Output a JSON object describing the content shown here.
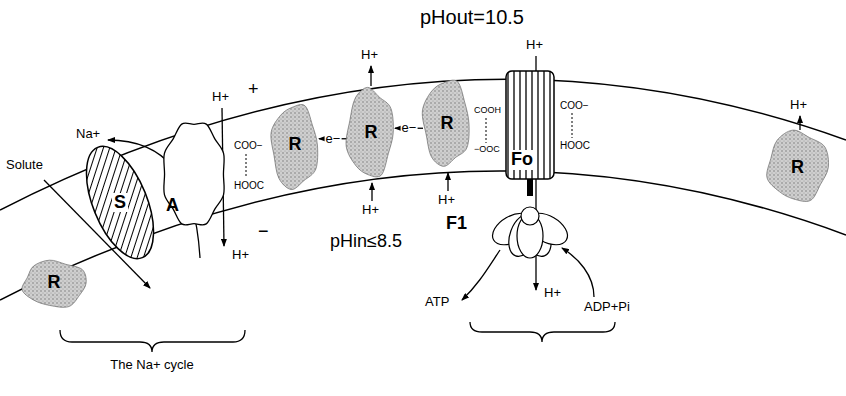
{
  "diagram": {
    "nodes": [
      {
        "text": [
          "R"
        ]
      },
      {
        "text": [
          "S"
        ]
      },
      {
        "text": [
          "A"
        ]
      },
      {
        "text": [
          "R"
        ]
      },
      {
        "text": [
          "R"
        ]
      },
      {
        "text": [
          "R"
        ]
      },
      {
        "text": [
          "Fo"
        ]
      },
      {
        "text": [
          "F1"
        ]
      },
      {
        "text": [
          "R"
        ]
      }
    ],
    "edges": [
      {
        "from": 4,
        "to": 3,
        "label": "e−",
        "arrow": "to"
      },
      {
        "from": 5,
        "to": 4,
        "label": "e−",
        "arrow": "to"
      }
    ],
    "labels": [
      "pHout=10.5",
      "Solute",
      "Na+",
      "H+",
      "H+",
      "+",
      "COO−",
      "HOOC",
      "H+",
      "H+",
      "H+",
      "COOH",
      "−OOC",
      "H+",
      "COO−",
      "HOOC",
      "H+",
      "−",
      "pHin≤8.5",
      "ATP",
      "H+",
      "ADP+Pi",
      "The Na+ cycle"
    ]
  }
}
